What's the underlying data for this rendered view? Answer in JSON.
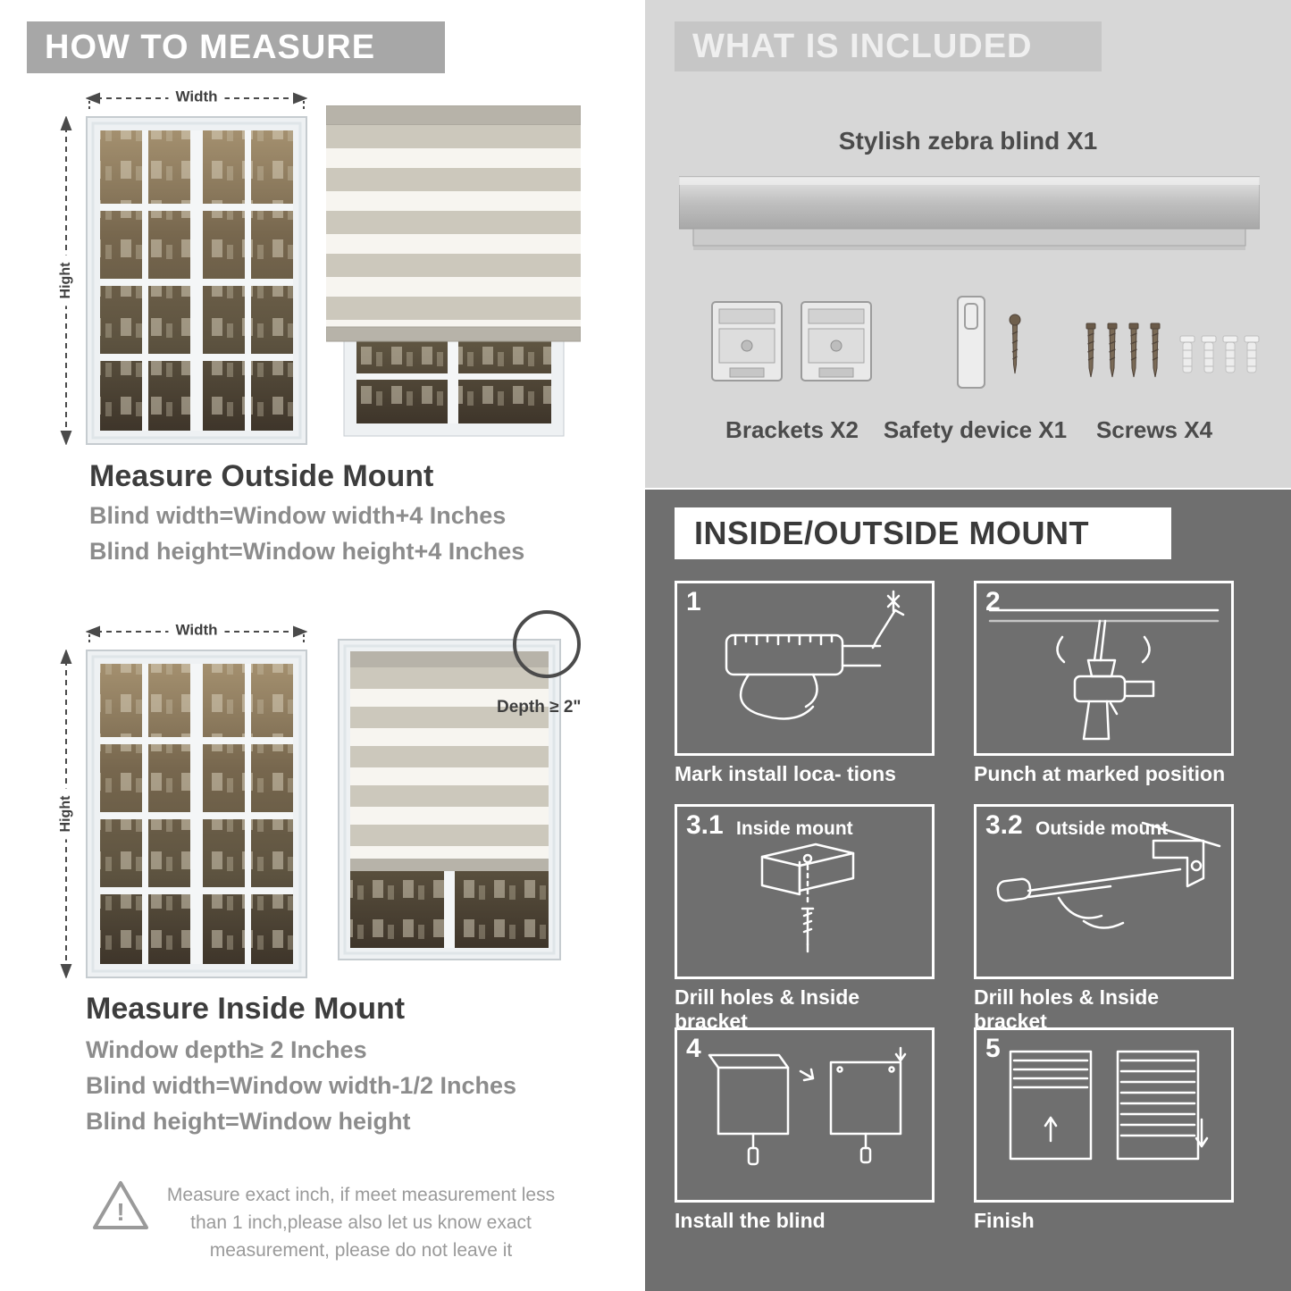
{
  "colors": {
    "left_header_bg": "#a7a7a7",
    "included_bg": "#d7d7d7",
    "included_header_bg": "#c6c6c6",
    "mount_bg": "#6f6f6f",
    "title_text": "#3d3d3d",
    "body_text": "#8c8c8c",
    "panel_line": "#ffffff"
  },
  "left": {
    "header": "HOW TO MEASURE",
    "outside": {
      "width_label": "Width",
      "height_label": "Hight",
      "title": "Measure Outside Mount",
      "lines": [
        "Blind width=Window width+4 Inches",
        "Blind height=Window height+4 Inches"
      ]
    },
    "inside": {
      "width_label": "Width",
      "height_label": "Hight",
      "depth_label": "Depth ≥ 2\"",
      "title": "Measure Inside Mount",
      "lines": [
        "Window depth≥ 2 Inches",
        "Blind width=Window width-1/2 Inches",
        "Blind height=Window height"
      ]
    },
    "warning": {
      "icon_text": "!",
      "lines": [
        "Measure exact inch, if meet measurement less",
        "than 1 inch,please also let us know exact",
        "measurement, please do not leave it"
      ]
    }
  },
  "right": {
    "included": {
      "header": "WHAT IS INCLUDED",
      "product_label": "Stylish zebra blind X1",
      "items": [
        {
          "name": "brackets",
          "label": "Brackets X2"
        },
        {
          "name": "safety-device",
          "label": "Safety device X1"
        },
        {
          "name": "screws",
          "label": "Screws X4"
        }
      ]
    },
    "mount": {
      "header": "INSIDE/OUTSIDE MOUNT",
      "steps": [
        {
          "num": "1",
          "title": "",
          "caption": "Mark install loca- tions"
        },
        {
          "num": "2",
          "title": "",
          "caption": "Punch at marked position"
        },
        {
          "num": "3.1",
          "title": "Inside mount",
          "caption": "Drill holes & Inside bracket"
        },
        {
          "num": "3.2",
          "title": "Outside mount",
          "caption": "Drill holes & Inside bracket"
        },
        {
          "num": "4",
          "title": "",
          "caption": "Install the blind"
        },
        {
          "num": "5",
          "title": "",
          "caption": "Finish"
        }
      ]
    }
  }
}
